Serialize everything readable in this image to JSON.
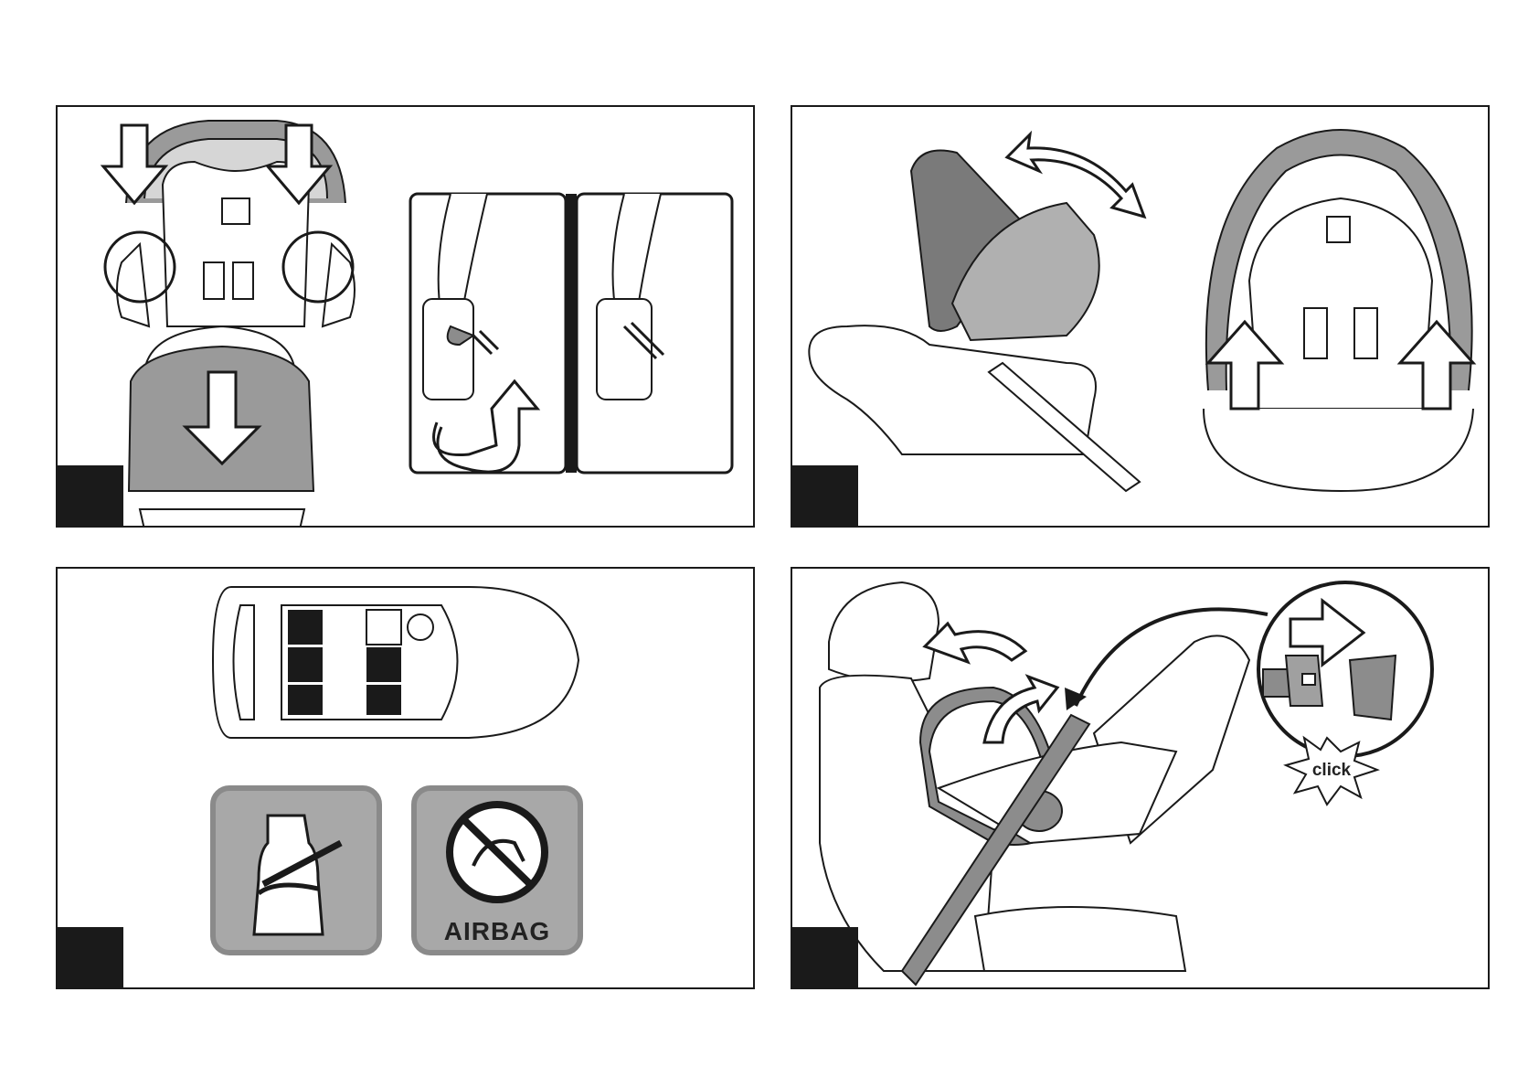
{
  "panels": [
    {
      "id": "step-remove-canopy"
    },
    {
      "id": "step-handle-position"
    },
    {
      "id": "step-seat-positions"
    },
    {
      "id": "step-belt-install"
    }
  ],
  "icons": {
    "belt_icon": "vehicle-seat-belt-icon",
    "airbag_icon": "no-airbag-icon",
    "airbag_text": "AIRBAG"
  },
  "click_text": "click",
  "colors": {
    "outline": "#1a1a1a",
    "canopy_gray": "#8c8c8c",
    "light_gray": "#c8c8c8",
    "icon_bg": "#a8a8a8"
  }
}
